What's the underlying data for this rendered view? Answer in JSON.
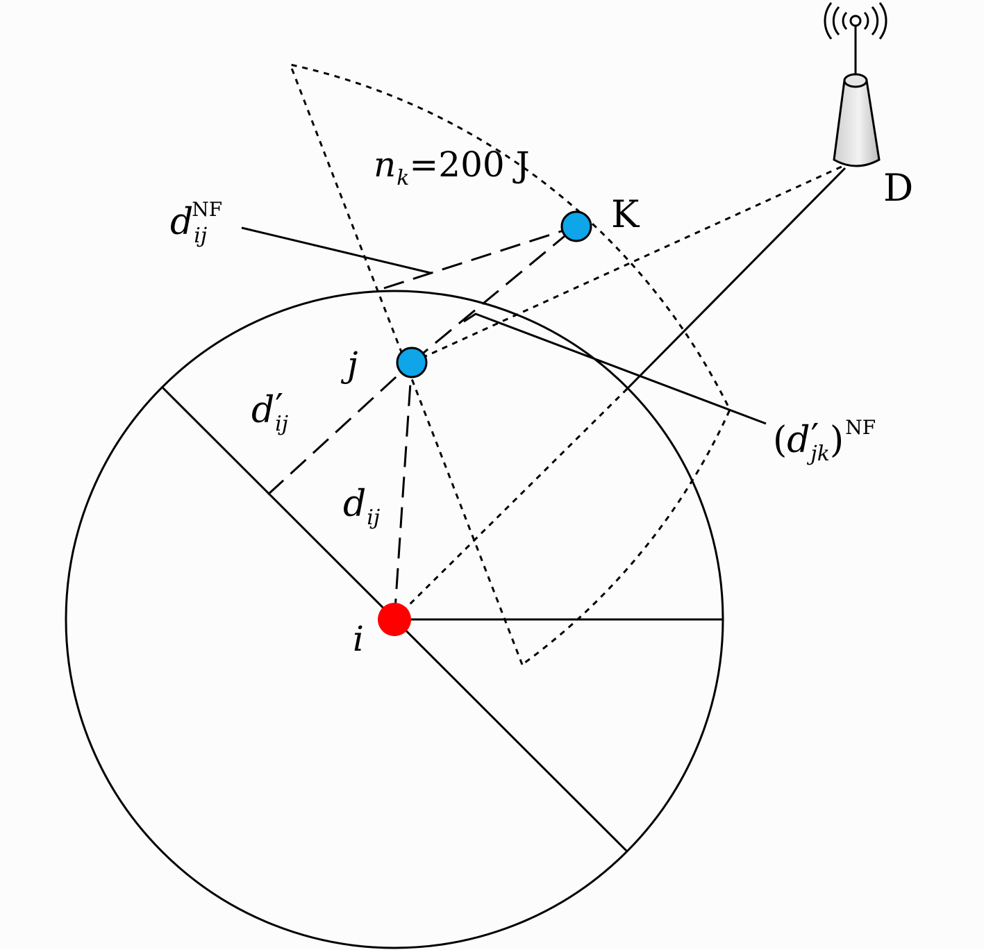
{
  "labels": {
    "energy": {
      "var": "n",
      "sub": "k",
      "rest": "=200 J"
    },
    "node_k": "K",
    "node_d": "D",
    "node_j": "j",
    "node_i": "i",
    "d_ij_nf": {
      "var": "d",
      "sub": "ij",
      "sup": "NF"
    },
    "d_ij_prime": {
      "var": "d",
      "prime": "′",
      "sub": "ij"
    },
    "d_ij": {
      "var": "d",
      "sub": "ij"
    },
    "d_jk_prime_nf": {
      "open": "(",
      "var": "d",
      "prime": "′",
      "sub": "jk",
      "close": ")",
      "sup": "NF"
    }
  },
  "colors": {
    "node_i": "#ff0000",
    "node_j": "#0ea5e9",
    "node_k": "#0ea5e9",
    "stroke": "#000000",
    "tower": "#d9d9d9"
  },
  "icons": {
    "tower": "base-station-antenna-icon"
  }
}
